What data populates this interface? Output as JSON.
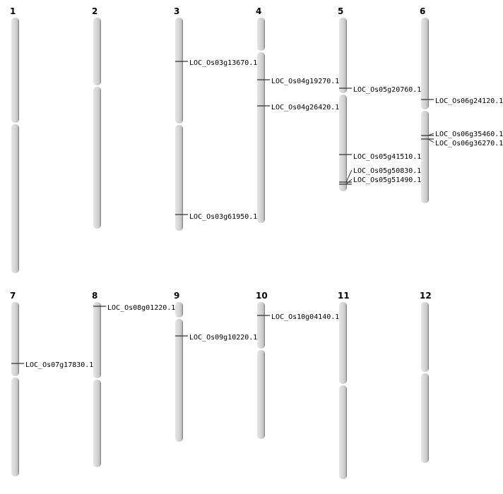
{
  "chromosomes": [
    {
      "name": "1",
      "genes": []
    },
    {
      "name": "2",
      "genes": []
    },
    {
      "name": "3",
      "genes": [
        "LOC_Os03g13670.1",
        "LOC_Os03g61950.1"
      ]
    },
    {
      "name": "4",
      "genes": [
        "LOC_Os04g19270.1",
        "LOC_Os04g26420.1"
      ]
    },
    {
      "name": "5",
      "genes": [
        "LOC_Os05g20760.1",
        "LOC_Os05g41510.1",
        "LOC_Os05g50830.1",
        "LOC_Os05g51490.1"
      ]
    },
    {
      "name": "6",
      "genes": [
        "LOC_Os06g24120.1",
        "LOC_Os06g35460.1",
        "LOC_Os06g36270.1"
      ]
    },
    {
      "name": "7",
      "genes": [
        "LOC_Os07g17830.1"
      ]
    },
    {
      "name": "8",
      "genes": [
        "LOC_Os08g01220.1"
      ]
    },
    {
      "name": "9",
      "genes": [
        "LOC_Os09g10220.1"
      ]
    },
    {
      "name": "10",
      "genes": [
        "LOC_Os10g04140.1"
      ]
    },
    {
      "name": "11",
      "genes": []
    },
    {
      "name": "12",
      "genes": []
    }
  ]
}
